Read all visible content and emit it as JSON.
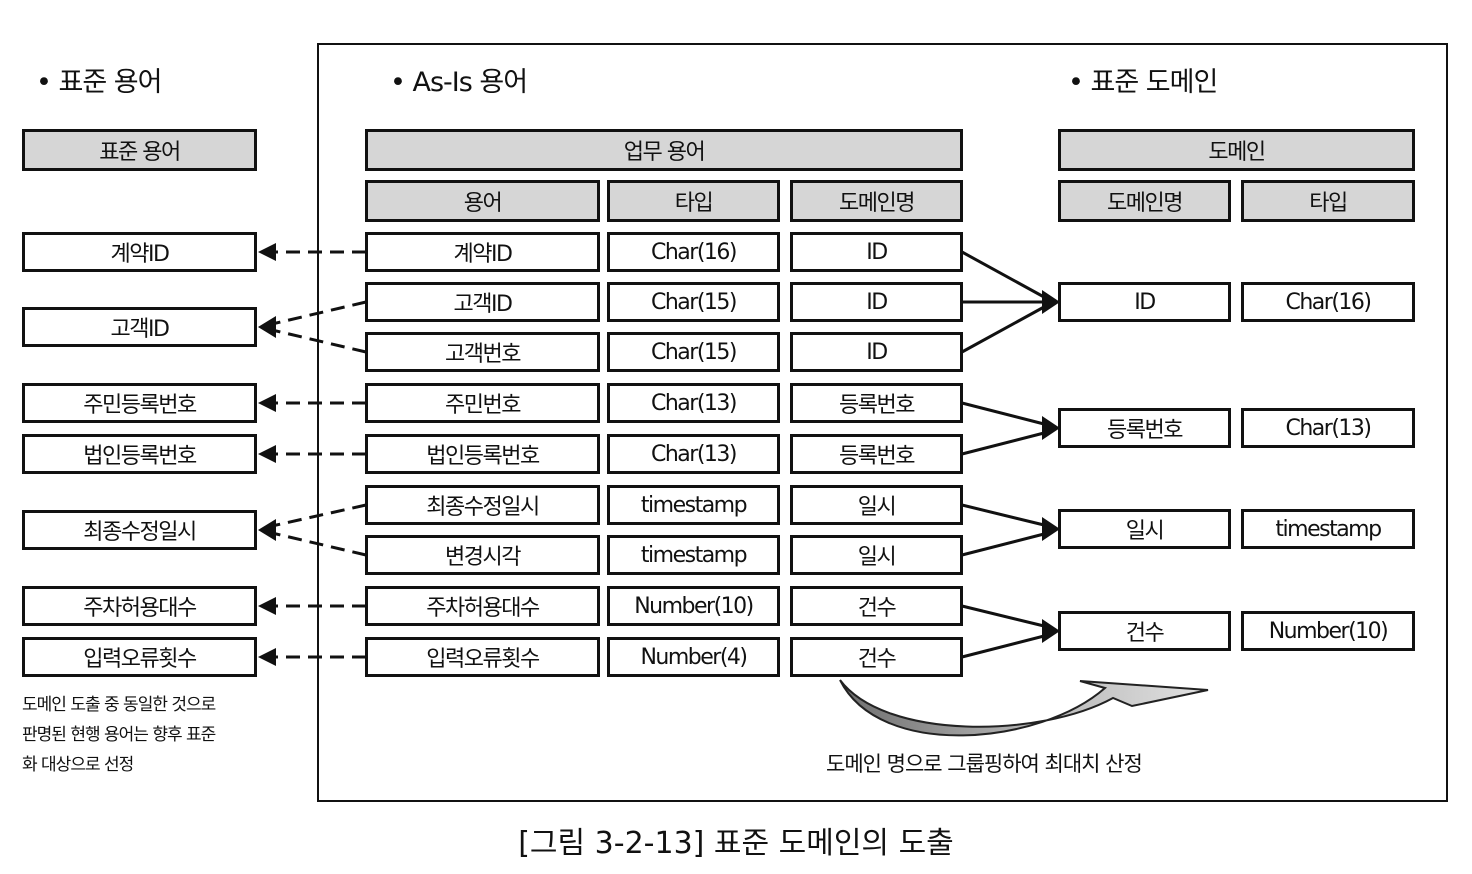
{
  "sections": {
    "left": "• 표준 용어",
    "middle": "• As-Is 용어",
    "right": "• 표준 도메인"
  },
  "headers": {
    "standard_term": "표준 용어",
    "business_term": "업무 용어",
    "term": "용어",
    "type": "타입",
    "domain_name": "도메인명",
    "domain": "도메인",
    "domain_domain_name": "도메인명",
    "domain_type": "타입"
  },
  "standard_terms": [
    "계약ID",
    "고객ID",
    "주민등록번호",
    "법인등록번호",
    "최종수정일시",
    "주차허용대수",
    "입력오류횟수"
  ],
  "asis_rows": [
    {
      "term": "계약ID",
      "type": "Char(16)",
      "domain": "ID"
    },
    {
      "term": "고객ID",
      "type": "Char(15)",
      "domain": "ID"
    },
    {
      "term": "고객번호",
      "type": "Char(15)",
      "domain": "ID"
    },
    {
      "term": "주민번호",
      "type": "Char(13)",
      "domain": "등록번호"
    },
    {
      "term": "법인등록번호",
      "type": "Char(13)",
      "domain": "등록번호"
    },
    {
      "term": "최종수정일시",
      "type": "timestamp",
      "domain": "일시"
    },
    {
      "term": "변경시각",
      "type": "timestamp",
      "domain": "일시"
    },
    {
      "term": "주차허용대수",
      "type": "Number(10)",
      "domain": "건수"
    },
    {
      "term": "입력오류횟수",
      "type": "Number(4)",
      "domain": "건수"
    }
  ],
  "domains": [
    {
      "name": "ID",
      "type": "Char(16)"
    },
    {
      "name": "등록번호",
      "type": "Char(13)"
    },
    {
      "name": "일시",
      "type": "timestamp"
    },
    {
      "name": "건수",
      "type": "Number(10)"
    }
  ],
  "notes": {
    "left": [
      "도메인 도출 중 동일한 것으로",
      "판명된 현행 용어는 향후 표준",
      "화 대상으로 선정"
    ],
    "grouping": "도메인 명으로 그룹핑하여 최대치 산정"
  },
  "caption": "[그림 3-2-13] 표준 도메인의 도출"
}
